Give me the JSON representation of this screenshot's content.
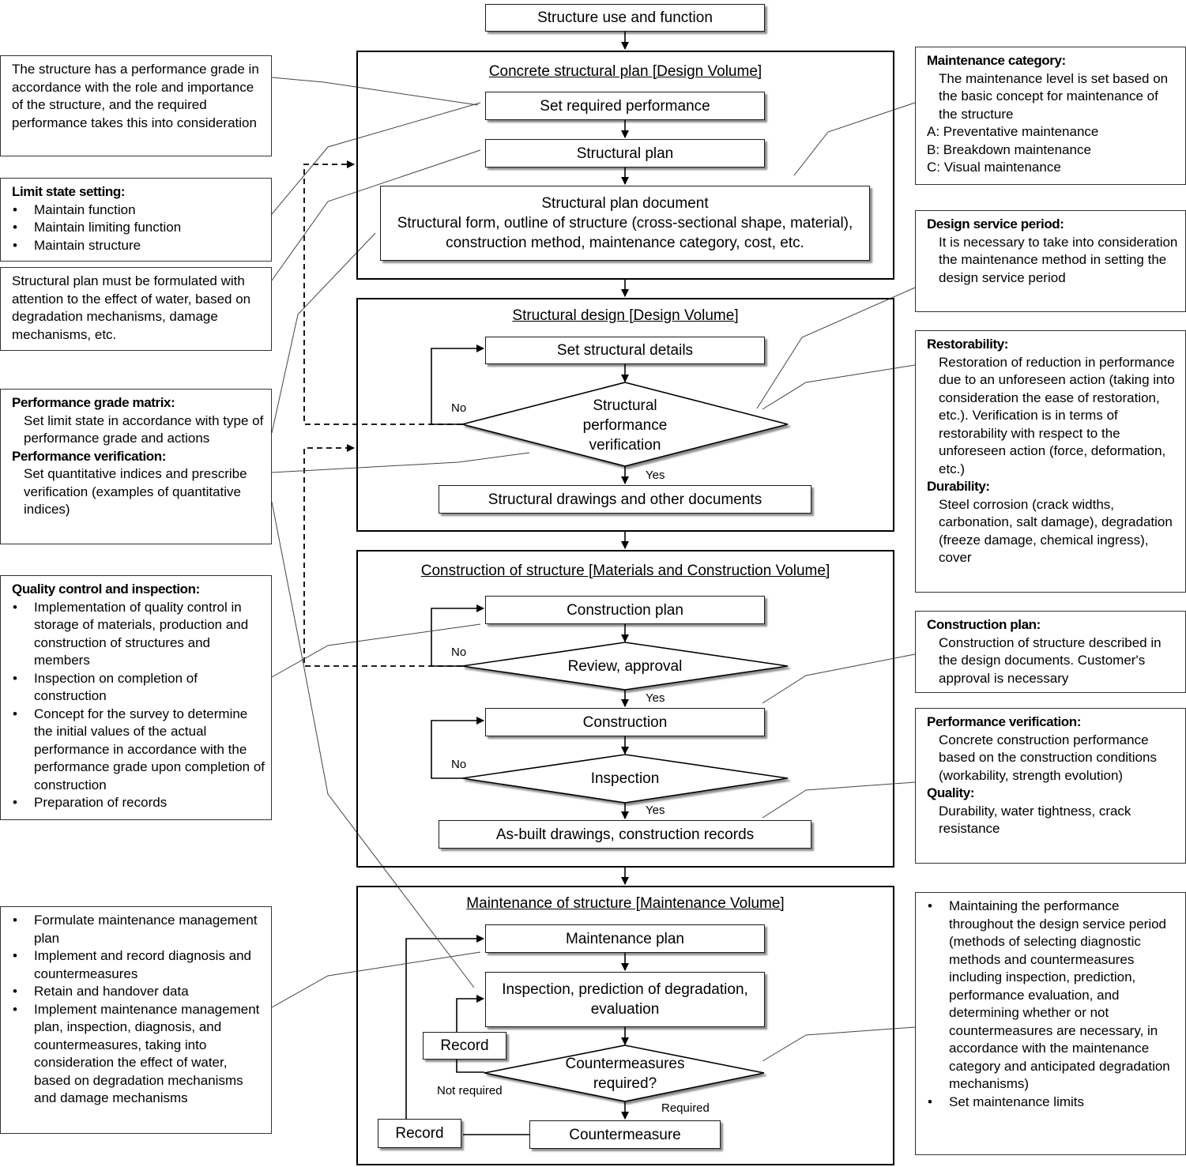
{
  "flow": {
    "top": "Structure use and function",
    "design_plan": {
      "title": "Concrete structural plan [Design Volume]",
      "set_required": "Set required performance",
      "structural_plan": "Structural plan",
      "document_title": "Structural plan document",
      "document_body": "Structural form, outline of structure (cross-sectional shape, material), construction method, maintenance category, cost, etc."
    },
    "structural_design": {
      "title": "Structural design [Design Volume]",
      "set_details": "Set structural details",
      "verification": "Structural performance verification",
      "drawings": "Structural drawings and other documents"
    },
    "construction": {
      "title": "Construction of structure [Materials and Construction Volume]",
      "plan": "Construction plan",
      "review": "Review, approval",
      "construction": "Construction",
      "inspection": "Inspection",
      "asbuilt": "As-built drawings, construction records"
    },
    "maintenance": {
      "title": "Maintenance of structure [Maintenance Volume]",
      "plan": "Maintenance plan",
      "inspection": "Inspection, prediction of degradation, evaluation",
      "countermeasures_q": "Countermeasures required?",
      "countermeasure": "Countermeasure",
      "record1": "Record",
      "record2": "Record"
    },
    "labels": {
      "no1": "No",
      "yes1": "Yes",
      "no2": "No",
      "yes2": "Yes",
      "no3": "No",
      "yes3": "Yes",
      "not_required": "Not required",
      "required": "Required"
    }
  },
  "left_notes": {
    "performance_grade": "The structure has a performance grade in accordance with the role and importance of the structure, and the required performance takes this into consideration",
    "limit_state": {
      "heading": "Limit state setting:",
      "items": [
        "Maintain function",
        "Maintain limiting function",
        "Maintain structure"
      ]
    },
    "water": "Structural plan must be formulated with attention to the effect of water, based on degradation mechanisms, damage mechanisms, etc.",
    "matrix": {
      "heading1": "Performance grade matrix:",
      "text1": "Set limit state in accordance with type of performance grade and actions",
      "heading2": "Performance verification:",
      "text2": "Set quantitative indices and prescribe verification (examples of quantitative indices)"
    },
    "quality": {
      "heading": "Quality control and inspection:",
      "items": [
        "Implementation of quality control in storage of materials, production and construction of structures and members",
        "Inspection on completion of construction",
        "Concept for the survey to determine the initial values of the actual performance in accordance with the performance grade upon completion of construction",
        "Preparation of records"
      ]
    },
    "maintenance": {
      "items": [
        "Formulate maintenance management plan",
        "Implement and record diagnosis and countermeasures",
        "Retain and handover data",
        "Implement maintenance management plan, inspection, diagnosis, and countermeasures, taking into consideration the effect of water, based on degradation mechanisms and damage mechanisms"
      ]
    }
  },
  "right_notes": {
    "maint_category": {
      "heading": "Maintenance category:",
      "text": "The maintenance level is set based on the basic concept for maintenance of the structure",
      "items": [
        "A: Preventative maintenance",
        "B: Breakdown maintenance",
        "C: Visual maintenance"
      ]
    },
    "service_period": {
      "heading": "Design service period:",
      "text": "It is necessary to take into consideration the maintenance method in setting the design service period"
    },
    "restorability": {
      "heading1": "Restorability:",
      "text1": "Restoration of reduction in performance due to an unforeseen action (taking into consideration the ease of restoration, etc.). Verification is in terms of restorability with respect to the unforeseen action (force, deformation, etc.)",
      "heading2": "Durability:",
      "text2": "Steel corrosion (crack widths, carbonation, salt damage), degradation (freeze damage, chemical ingress), cover"
    },
    "construction_plan": {
      "heading": "Construction plan:",
      "text": "Construction of structure described in the design documents. Customer's approval is necessary"
    },
    "perf_verification": {
      "heading1": "Performance verification:",
      "text1": "Concrete construction performance based on the construction conditions (workability, strength evolution)",
      "heading2": "Quality:",
      "text2": "Durability, water tightness, crack resistance"
    },
    "maintaining": {
      "items": [
        "Maintaining the performance throughout the design service period (methods of selecting diagnostic methods and countermeasures including inspection, prediction, performance evaluation, and determining whether or not countermeasures are necessary, in accordance with the maintenance category and anticipated degradation mechanisms)",
        "Set maintenance limits"
      ]
    }
  }
}
